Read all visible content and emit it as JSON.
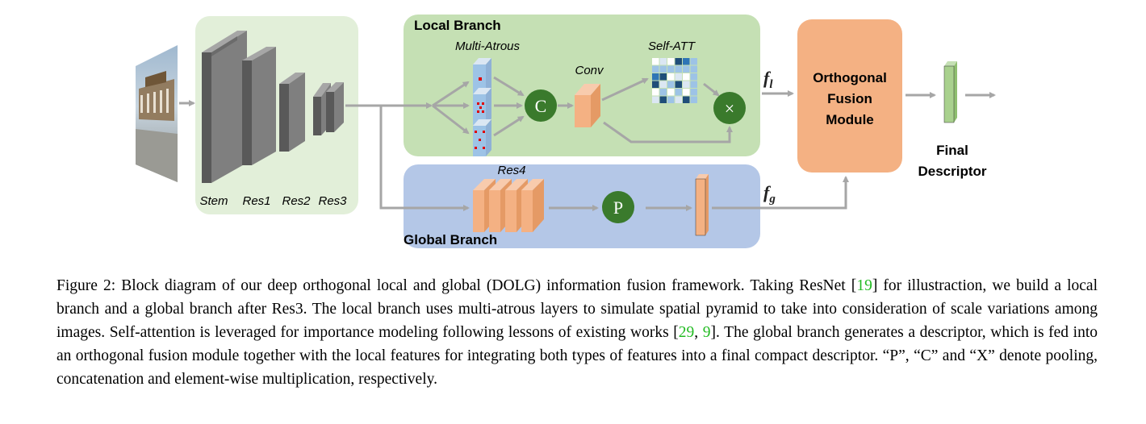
{
  "labels": {
    "local_branch": "Local Branch",
    "global_branch": "Global Branch",
    "multi_atrous": "Multi-Atrous",
    "conv": "Conv",
    "self_att": "Self-ATT",
    "res4": "Res4",
    "stem": "Stem",
    "res1": "Res1",
    "res2": "Res2",
    "res3": "Res3",
    "concat_symbol": "C",
    "pool_symbol": "P",
    "mult_symbol": "×",
    "fusion_line1": "Orthogonal",
    "fusion_line2": "Fusion",
    "fusion_line3": "Module",
    "final_line1": "Final",
    "final_line2": "Descriptor",
    "f_local_base": "f",
    "f_local_sub": "l",
    "f_global_base": "f",
    "f_global_sub": "g"
  },
  "colors": {
    "backbone_bg": "#e2efd9",
    "local_bg": "#c5e0b4",
    "global_bg": "#b4c7e7",
    "fusion_bg": "#f4b183",
    "op_circle": "#3a7a2c",
    "arrow": "#a6a6a6",
    "citation": "#22bb22"
  },
  "caption": {
    "figure_label": "Figure 2:",
    "part1": "Block diagram of our deep orthogonal local and global (DOLG) information fusion framework. Taking ResNet [",
    "cite1": "19",
    "part2": "] for illustraction, we build a local branch and a global branch after Res3. The local branch uses multi-atrous layers to simulate spatial pyramid to take into consideration of scale variations among images. Self-attention is leveraged for importance modeling following lessons of existing works [",
    "cite2": "29",
    "part3": ", ",
    "cite3": "9",
    "part4": "]. The global branch generates a descriptor, which is fed into an orthogonal fusion module together with the local features for integrating both types of features into a final compact descriptor. “P”, “C” and “X” denote pooling, concatenation and element-wise multiplication, respectively."
  }
}
